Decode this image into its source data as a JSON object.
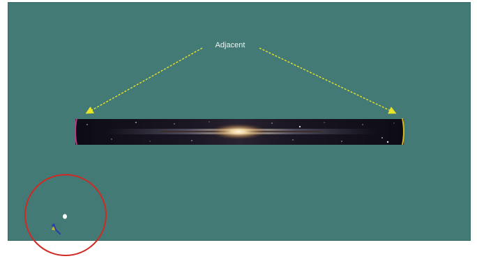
{
  "annotation": {
    "label": "Adjacent",
    "arrow_color": "#e8e42a"
  },
  "colors": {
    "background": "#437a76",
    "strip_left_edge": "#c13a8b",
    "strip_right_edge": "#d8b81c",
    "circle": "#cf2a24",
    "marker": "#ffffff"
  },
  "objects": {
    "galaxy_strip": "milky-way-panorama",
    "circle_marker": "red-circle",
    "figure_icon": "small-figure-icon"
  }
}
